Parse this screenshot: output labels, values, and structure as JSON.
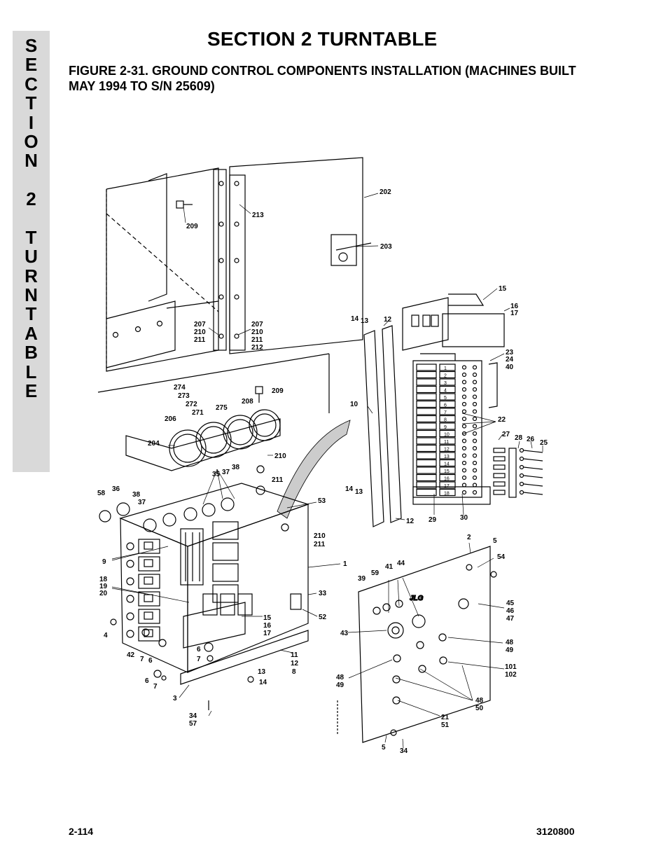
{
  "side_tab": {
    "letters": [
      "S",
      "E",
      "C",
      "T",
      "I",
      "O",
      "N",
      "",
      "2",
      "",
      "T",
      "U",
      "R",
      "N",
      "T",
      "A",
      "B",
      "L",
      "E"
    ]
  },
  "section_title": "SECTION 2  TURNTABLE",
  "figure_title": "FIGURE 2-31.  GROUND CONTROL COMPONENTS INSTALLATION (MACHINES BUILT MAY 1994 TO S/N 25609)",
  "callouts": {
    "c202": "202",
    "c213": "213",
    "c209a": "209",
    "c203": "203",
    "c15a": "15",
    "c16": "16",
    "c17": "17",
    "c14a": "14",
    "c13a": "13",
    "c12a": "12",
    "c207a": "207",
    "c210a": "210",
    "c211a": "211",
    "c207b": "207",
    "c210b": "210",
    "c211b": "211",
    "c212": "212",
    "c23": "23",
    "c24": "24",
    "c40": "40",
    "c274": "274",
    "c273": "273",
    "c272": "272",
    "c271": "271",
    "c209b": "209",
    "c275": "275",
    "c208": "208",
    "c206": "206",
    "c204": "204",
    "c10": "10",
    "c22": "22",
    "c27": "27",
    "c28": "28",
    "c26": "26",
    "c25": "25",
    "c210c": "210",
    "c211c": "211",
    "c35": "35",
    "c37a": "37",
    "c38a": "38",
    "c58": "58",
    "c36": "36",
    "c38b": "38",
    "c37b": "37",
    "c53": "53",
    "c14b": "14",
    "c13b": "13",
    "c12b": "12",
    "c29": "29",
    "c30": "30",
    "c210d": "210",
    "c211d": "211",
    "c9": "9",
    "c1": "1",
    "c2": "2",
    "c5a": "5",
    "c54": "54",
    "c18": "18",
    "c19": "19",
    "c20": "20",
    "c39": "39",
    "c59": "59",
    "c41": "41",
    "c44": "44",
    "c33": "33",
    "c45": "45",
    "c46": "46",
    "c47": "47",
    "c15b": "15",
    "c16b": "16",
    "c17b": "17",
    "c52": "52",
    "c4": "4",
    "c43": "43",
    "c48a": "48",
    "c49a": "49",
    "c42": "42",
    "c7a": "7",
    "c6a": "6",
    "c6b": "6",
    "c7b": "7",
    "c11": "11",
    "c12c": "12",
    "c8": "8",
    "c101": "101",
    "c102": "102",
    "c48b": "48",
    "c49b": "49",
    "c13c": "13",
    "c14c": "14",
    "c6c": "6",
    "c7c": "7",
    "c3": "3",
    "c48c": "48",
    "c50": "50",
    "c34a": "34",
    "c57": "57",
    "c21": "21",
    "c51": "51",
    "c5b": "5",
    "c34b": "34",
    "brand": "JLG",
    "term_numbers": [
      "1",
      "2",
      "3",
      "4",
      "5",
      "6",
      "7",
      "8",
      "9",
      "10",
      "11",
      "12",
      "13",
      "14",
      "15",
      "16",
      "17",
      "18"
    ]
  },
  "footer": {
    "page_number": "2-114",
    "doc_number": "3120800"
  }
}
